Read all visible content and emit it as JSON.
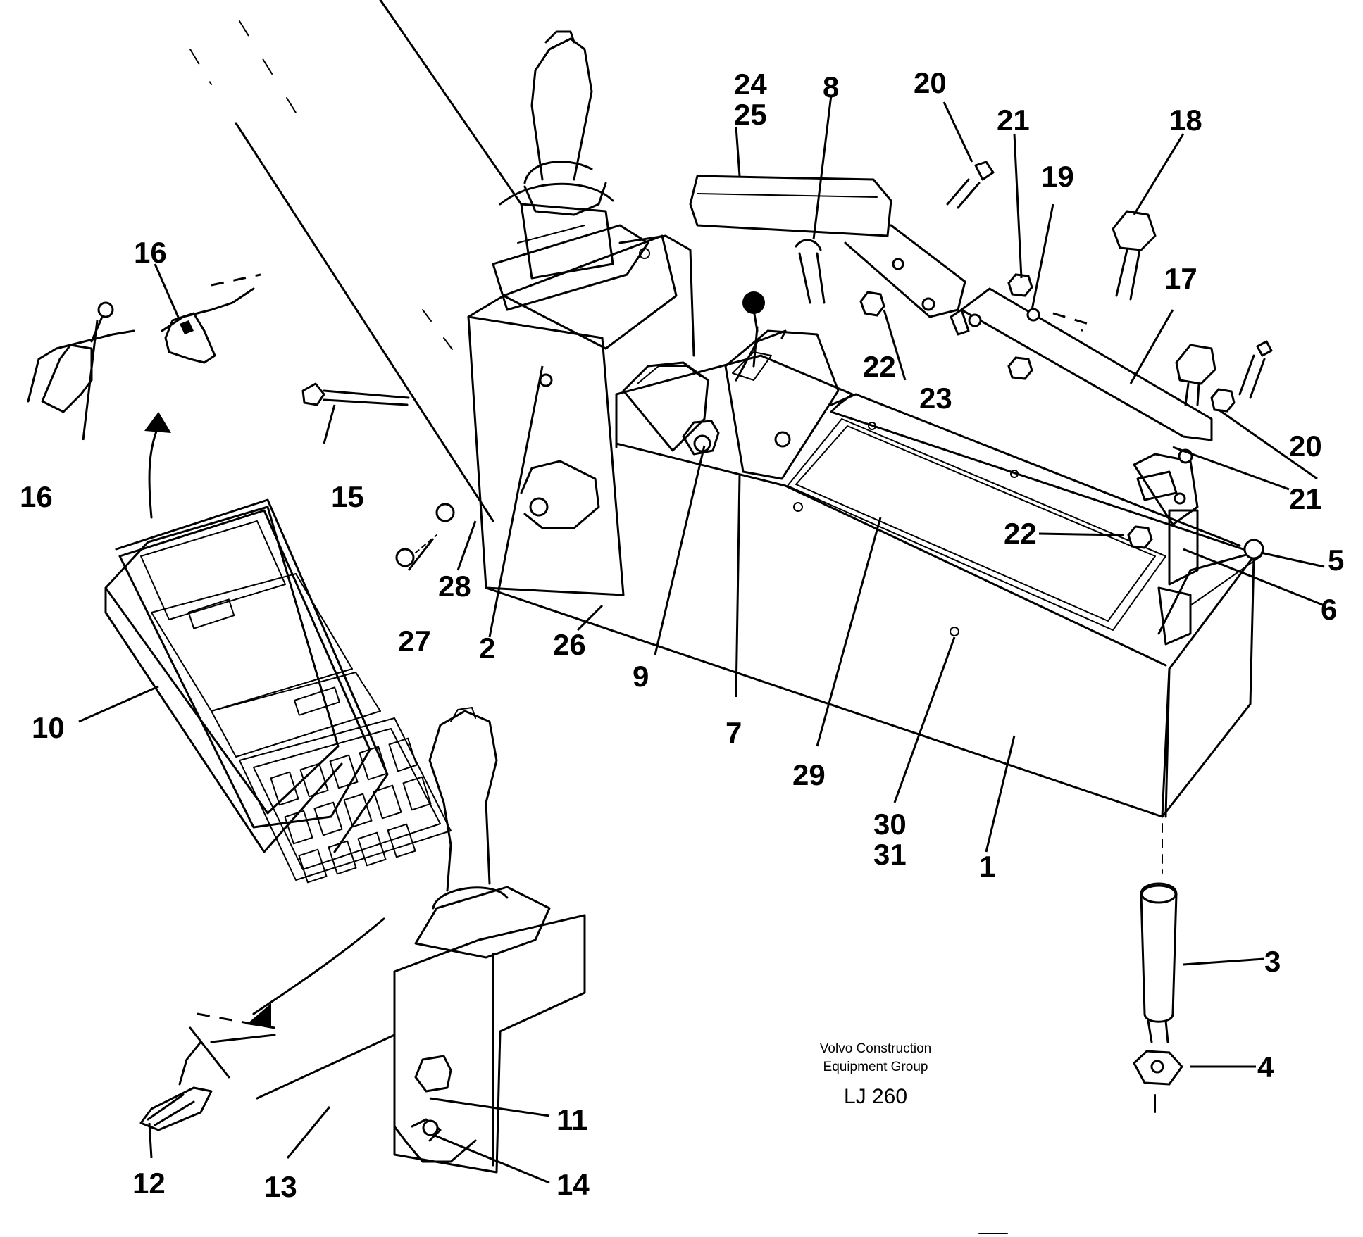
{
  "callouts": [
    "24",
    "25",
    "8",
    "20",
    "21",
    "19",
    "18",
    "16",
    "16",
    "17",
    "22",
    "23",
    "15",
    "20",
    "21",
    "22",
    "5",
    "6",
    "28",
    "27",
    "2",
    "26",
    "9",
    "7",
    "29",
    "10",
    "30",
    "31",
    "1",
    "3",
    "4",
    "11",
    "12",
    "13",
    "14"
  ],
  "caption": {
    "line1": "Volvo Construction",
    "line2": "Equipment Group",
    "model": "LJ 260"
  }
}
